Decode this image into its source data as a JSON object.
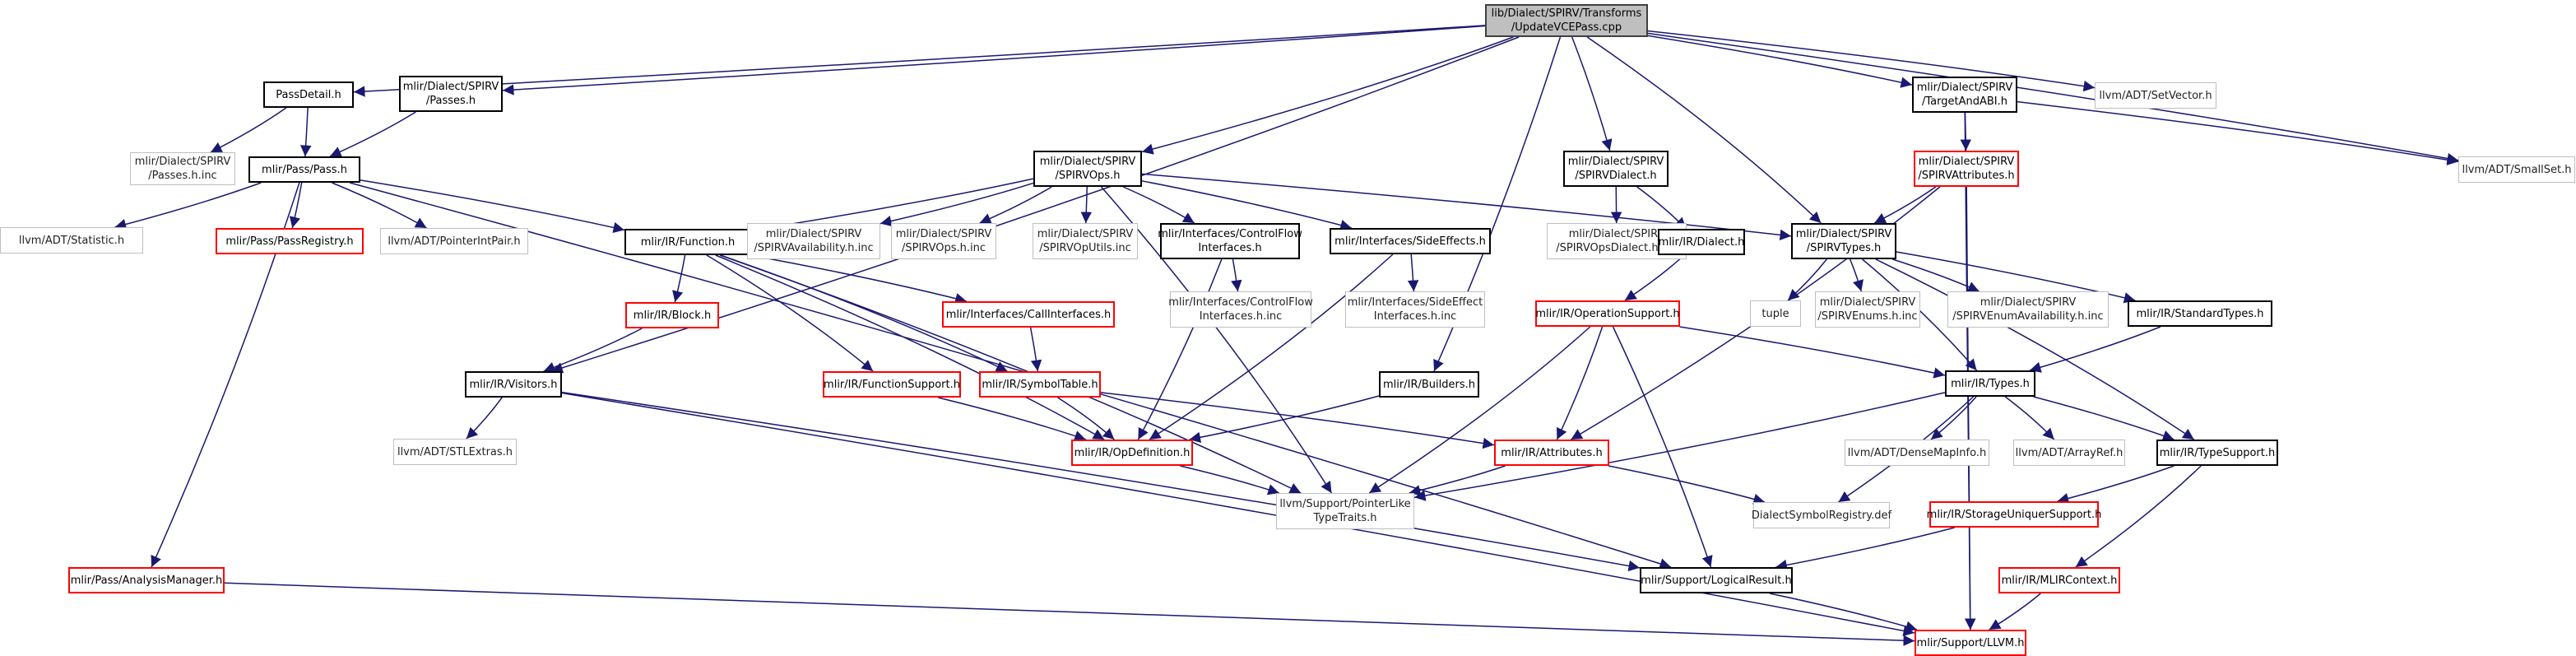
{
  "colors": {
    "edge": "#191970",
    "edge_gray": "#a9a9a9",
    "root_fill": "#bfbfbf",
    "documented": "#000000",
    "truncated": "#ff0000",
    "external": "#bfbfbf"
  },
  "nodes": [
    {
      "id": "root",
      "lines": [
        "lib/Dialect/SPIRV/Transforms",
        "/UpdateVCEPass.cpp"
      ],
      "kind": "root"
    },
    {
      "id": "passdetail",
      "lines": [
        "PassDetail.h"
      ],
      "kind": "black"
    },
    {
      "id": "spirv_passes",
      "lines": [
        "mlir/Dialect/SPIRV",
        "/Passes.h"
      ],
      "kind": "black"
    },
    {
      "id": "passes_inc",
      "lines": [
        "mlir/Dialect/SPIRV",
        "/Passes.h.inc"
      ],
      "kind": "gray"
    },
    {
      "id": "pass",
      "lines": [
        "mlir/Pass/Pass.h"
      ],
      "kind": "black"
    },
    {
      "id": "statistic",
      "lines": [
        "llvm/ADT/Statistic.h"
      ],
      "kind": "gray"
    },
    {
      "id": "passregistry",
      "lines": [
        "mlir/Pass/PassRegistry.h"
      ],
      "kind": "red"
    },
    {
      "id": "pointerintpair",
      "lines": [
        "llvm/ADT/PointerIntPair.h"
      ],
      "kind": "gray"
    },
    {
      "id": "analysismanager",
      "lines": [
        "mlir/Pass/AnalysisManager.h"
      ],
      "kind": "red"
    },
    {
      "id": "function",
      "lines": [
        "mlir/IR/Function.h"
      ],
      "kind": "black"
    },
    {
      "id": "block",
      "lines": [
        "mlir/IR/Block.h"
      ],
      "kind": "red"
    },
    {
      "id": "visitors",
      "lines": [
        "mlir/IR/Visitors.h"
      ],
      "kind": "black"
    },
    {
      "id": "stlextras",
      "lines": [
        "llvm/ADT/STLExtras.h"
      ],
      "kind": "gray"
    },
    {
      "id": "spirvops",
      "lines": [
        "mlir/Dialect/SPIRV",
        "/SPIRVOps.h"
      ],
      "kind": "black"
    },
    {
      "id": "availability_inc",
      "lines": [
        "mlir/Dialect/SPIRV",
        "/SPIRVAvailability.h.inc"
      ],
      "kind": "gray"
    },
    {
      "id": "ops_inc",
      "lines": [
        "mlir/Dialect/SPIRV",
        "/SPIRVOps.h.inc"
      ],
      "kind": "gray"
    },
    {
      "id": "oputils_inc",
      "lines": [
        "mlir/Dialect/SPIRV",
        "/SPIRVOpUtils.inc"
      ],
      "kind": "gray"
    },
    {
      "id": "controlflow",
      "lines": [
        "mlir/Interfaces/ControlFlow",
        "Interfaces.h"
      ],
      "kind": "black"
    },
    {
      "id": "controlflow_inc",
      "lines": [
        "mlir/Interfaces/ControlFlow",
        "Interfaces.h.inc"
      ],
      "kind": "gray"
    },
    {
      "id": "sideeffects",
      "lines": [
        "mlir/Interfaces/SideEffects.h"
      ],
      "kind": "black"
    },
    {
      "id": "sideeffect_inc",
      "lines": [
        "mlir/Interfaces/SideEffect",
        "Interfaces.h.inc"
      ],
      "kind": "gray"
    },
    {
      "id": "callinterfaces",
      "lines": [
        "mlir/Interfaces/CallInterfaces.h"
      ],
      "kind": "red"
    },
    {
      "id": "functionsupport",
      "lines": [
        "mlir/IR/FunctionSupport.h"
      ],
      "kind": "red"
    },
    {
      "id": "symboltable",
      "lines": [
        "mlir/IR/SymbolTable.h"
      ],
      "kind": "red"
    },
    {
      "id": "opdefinition",
      "lines": [
        "mlir/IR/OpDefinition.h"
      ],
      "kind": "red"
    },
    {
      "id": "builders",
      "lines": [
        "mlir/IR/Builders.h"
      ],
      "kind": "black"
    },
    {
      "id": "pointerlike",
      "lines": [
        "llvm/Support/PointerLike",
        "TypeTraits.h"
      ],
      "kind": "gray"
    },
    {
      "id": "spirvdialect",
      "lines": [
        "mlir/Dialect/SPIRV",
        "/SPIRVDialect.h"
      ],
      "kind": "black"
    },
    {
      "id": "opsdialect_inc",
      "lines": [
        "mlir/Dialect/SPIRV",
        "/SPIRVOpsDialect.h.inc"
      ],
      "kind": "gray"
    },
    {
      "id": "dialect",
      "lines": [
        "mlir/IR/Dialect.h"
      ],
      "kind": "black"
    },
    {
      "id": "operationsupport",
      "lines": [
        "mlir/IR/OperationSupport.h"
      ],
      "kind": "red"
    },
    {
      "id": "attributes",
      "lines": [
        "mlir/IR/Attributes.h"
      ],
      "kind": "red"
    },
    {
      "id": "symbolregistry",
      "lines": [
        "DialectSymbolRegistry.def"
      ],
      "kind": "gray"
    },
    {
      "id": "logicalresult",
      "lines": [
        "mlir/Support/LogicalResult.h"
      ],
      "kind": "black"
    },
    {
      "id": "llvm",
      "lines": [
        "mlir/Support/LLVM.h"
      ],
      "kind": "red"
    },
    {
      "id": "targetandabi",
      "lines": [
        "mlir/Dialect/SPIRV",
        "/TargetAndABI.h"
      ],
      "kind": "black"
    },
    {
      "id": "setvector",
      "lines": [
        "llvm/ADT/SetVector.h"
      ],
      "kind": "gray"
    },
    {
      "id": "smallset",
      "lines": [
        "llvm/ADT/SmallSet.h"
      ],
      "kind": "gray"
    },
    {
      "id": "spirvattributes",
      "lines": [
        "mlir/Dialect/SPIRV",
        "/SPIRVAttributes.h"
      ],
      "kind": "red"
    },
    {
      "id": "spirvtypes",
      "lines": [
        "mlir/Dialect/SPIRV",
        "/SPIRVTypes.h"
      ],
      "kind": "black"
    },
    {
      "id": "tuple",
      "lines": [
        "tuple"
      ],
      "kind": "gray"
    },
    {
      "id": "enums_inc",
      "lines": [
        "mlir/Dialect/SPIRV",
        "/SPIRVEnums.h.inc"
      ],
      "kind": "gray"
    },
    {
      "id": "enumavail_inc",
      "lines": [
        "mlir/Dialect/SPIRV",
        "/SPIRVEnumAvailability.h.inc"
      ],
      "kind": "gray"
    },
    {
      "id": "standardtypes",
      "lines": [
        "mlir/IR/StandardTypes.h"
      ],
      "kind": "black"
    },
    {
      "id": "types",
      "lines": [
        "mlir/IR/Types.h"
      ],
      "kind": "black"
    },
    {
      "id": "densemapinfo",
      "lines": [
        "llvm/ADT/DenseMapInfo.h"
      ],
      "kind": "gray"
    },
    {
      "id": "arrayref",
      "lines": [
        "llvm/ADT/ArrayRef.h"
      ],
      "kind": "gray"
    },
    {
      "id": "typesupport",
      "lines": [
        "mlir/IR/TypeSupport.h"
      ],
      "kind": "black"
    },
    {
      "id": "storageunique",
      "lines": [
        "mlir/IR/StorageUniquerSupport.h"
      ],
      "kind": "red"
    },
    {
      "id": "mlircontext",
      "lines": [
        "mlir/IR/MLIRContext.h"
      ],
      "kind": "red"
    }
  ],
  "edges": [
    [
      "root",
      "passdetail"
    ],
    [
      "root",
      "spirv_passes"
    ],
    [
      "root",
      "visitors"
    ],
    [
      "root",
      "spirvops"
    ],
    [
      "root",
      "builders"
    ],
    [
      "root",
      "spirvdialect"
    ],
    [
      "root",
      "spirvtypes"
    ],
    [
      "root",
      "targetandabi"
    ],
    [
      "root",
      "setvector"
    ],
    [
      "root",
      "smallset"
    ],
    [
      "passdetail",
      "passes_inc"
    ],
    [
      "passdetail",
      "pass"
    ],
    [
      "spirv_passes",
      "pass"
    ],
    [
      "pass",
      "statistic"
    ],
    [
      "pass",
      "passregistry"
    ],
    [
      "pass",
      "pointerintpair"
    ],
    [
      "pass",
      "analysismanager"
    ],
    [
      "pass",
      "function"
    ],
    [
      "pass",
      "logicalresult"
    ],
    [
      "analysismanager",
      "llvm"
    ],
    [
      "function",
      "block"
    ],
    [
      "function",
      "callinterfaces"
    ],
    [
      "function",
      "functionsupport"
    ],
    [
      "function",
      "symboltable"
    ],
    [
      "function",
      "opdefinition"
    ],
    [
      "function",
      "pointerlike"
    ],
    [
      "block",
      "visitors"
    ],
    [
      "visitors",
      "stlextras"
    ],
    [
      "visitors",
      "logicalresult"
    ],
    [
      "visitors",
      "llvm"
    ],
    [
      "spirvops",
      "function"
    ],
    [
      "spirvops",
      "availability_inc"
    ],
    [
      "spirvops",
      "ops_inc"
    ],
    [
      "spirvops",
      "oputils_inc"
    ],
    [
      "spirvops",
      "controlflow"
    ],
    [
      "spirvops",
      "sideeffects"
    ],
    [
      "spirvops",
      "spirvtypes"
    ],
    [
      "spirvops",
      "pointerlike"
    ],
    [
      "controlflow",
      "controlflow_inc"
    ],
    [
      "controlflow",
      "opdefinition"
    ],
    [
      "sideeffects",
      "sideeffect_inc"
    ],
    [
      "sideeffects",
      "opdefinition"
    ],
    [
      "callinterfaces",
      "symboltable"
    ],
    [
      "functionsupport",
      "opdefinition"
    ],
    [
      "symboltable",
      "opdefinition"
    ],
    [
      "symboltable",
      "attributes"
    ],
    [
      "opdefinition",
      "pointerlike"
    ],
    [
      "builders",
      "opdefinition"
    ],
    [
      "spirvdialect",
      "opsdialect_inc"
    ],
    [
      "spirvdialect",
      "dialect"
    ],
    [
      "dialect",
      "operationsupport"
    ],
    [
      "operationsupport",
      "attributes"
    ],
    [
      "operationsupport",
      "types"
    ],
    [
      "operationsupport",
      "pointerlike"
    ],
    [
      "operationsupport",
      "logicalresult"
    ],
    [
      "attributes",
      "pointerlike"
    ],
    [
      "attributes",
      "symbolregistry"
    ],
    [
      "logicalresult",
      "llvm"
    ],
    [
      "targetandabi",
      "spirvattributes"
    ],
    [
      "targetandabi",
      "smallset"
    ],
    [
      "targetandabi",
      "llvm"
    ],
    [
      "spirvattributes",
      "spirvtypes"
    ],
    [
      "spirvattributes",
      "attributes"
    ],
    [
      "spirvattributes",
      "llvm"
    ],
    [
      "spirvtypes",
      "tuple"
    ],
    [
      "spirvtypes",
      "enums_inc"
    ],
    [
      "spirvtypes",
      "enumavail_inc"
    ],
    [
      "spirvtypes",
      "standardtypes"
    ],
    [
      "spirvtypes",
      "types"
    ],
    [
      "spirvtypes",
      "typesupport"
    ],
    [
      "standardtypes",
      "types"
    ],
    [
      "types",
      "densemapinfo"
    ],
    [
      "types",
      "arrayref"
    ],
    [
      "types",
      "typesupport"
    ],
    [
      "types",
      "symbolregistry"
    ],
    [
      "types",
      "pointerlike"
    ],
    [
      "typesupport",
      "storageunique"
    ],
    [
      "typesupport",
      "mlircontext"
    ],
    [
      "storageunique",
      "logicalresult"
    ],
    [
      "mlircontext",
      "llvm"
    ]
  ]
}
